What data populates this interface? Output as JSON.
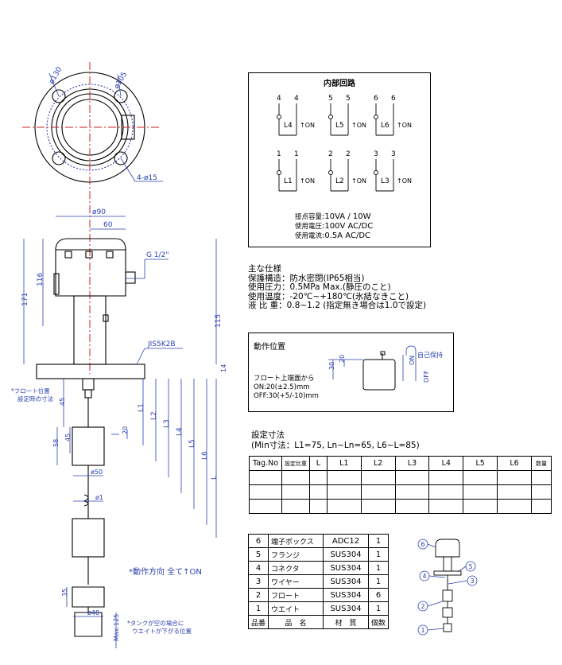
{
  "drawing": {
    "top_view": {
      "dim_pcd": "ø130",
      "dim_od": "ø105",
      "dim_holes": "4-ø15"
    },
    "side_view": {
      "dim_head_dia": "ø90",
      "dim_head_half": "60",
      "thread": "G 1/2\"",
      "dim_116": "116",
      "dim_171": "171",
      "dim_115": "115",
      "flange_std": "JIS5K2B",
      "dim_14": "14",
      "dim_45_top": "45",
      "float_set_note": [
        "*フロート位置",
        "設定時の寸法"
      ],
      "dim_58": "58",
      "dim_45_float": "45",
      "dim_20": "20",
      "dim_float_dia": "ø50",
      "dim_wire_dia": "ø1",
      "dim_35": "35",
      "dim_40": "ø40",
      "dim_max125": "Max.125",
      "dim_labels": [
        "L1",
        "L2",
        "L3",
        "L4",
        "L5",
        "L6",
        "L"
      ],
      "direction_note": "*動作方向 全て↑ON",
      "tank_note": [
        "*タンクが空の場合に",
        "ウエイトが下がる位置"
      ]
    }
  },
  "circuit": {
    "title": "内部回路",
    "top_row": [
      {
        "terminal": "4",
        "label": "L4",
        "state": "↑ON"
      },
      {
        "terminal": "5",
        "label": "L5",
        "state": "↑ON"
      },
      {
        "terminal": "6",
        "label": "L6",
        "state": "↑ON"
      }
    ],
    "bottom_row": [
      {
        "terminal": "1",
        "label": "L1",
        "state": "↑ON"
      },
      {
        "terminal": "2",
        "label": "L2",
        "state": "↑ON"
      },
      {
        "terminal": "3",
        "label": "L3",
        "state": "↑ON"
      }
    ],
    "ratings": [
      {
        "key": "接点容量",
        "value": ":10VA / 10W"
      },
      {
        "key": "使用電圧",
        "value": ":100V AC/DC"
      },
      {
        "key": "使用電流",
        "value": ":0.5A AC/DC"
      }
    ]
  },
  "specs": {
    "title": "主な仕様",
    "lines": [
      "保護構造：防水密閉(IP65相当)",
      "使用圧力：0.5MPa Max.(静圧のこと)",
      "使用温度：-20℃~+180℃(氷結なきこと)",
      "液 比 重：0.8~1.2 (指定無き場合は1.0で設定)"
    ]
  },
  "operation": {
    "title": "動作位置",
    "dim_30": "30",
    "dim_20": "20",
    "on": "ON",
    "off": "OFF",
    "self_hold": "自己保持",
    "note": [
      "フロート上端面から",
      "ON:20(±2.5)mm",
      "OFF:30(+5/-10)mm"
    ]
  },
  "setting": {
    "title": "設定寸法",
    "subtitle": "(Min寸法：L1=75, Ln~Ln=65, L6~L=85)",
    "headers": [
      "Tag.No",
      "設定比重",
      "L",
      "L1",
      "L2",
      "L3",
      "L4",
      "L5",
      "L6",
      "数量"
    ]
  },
  "parts": {
    "rows": [
      {
        "no": "6",
        "name": "端子ボックス",
        "material": "ADC12",
        "qty": "1"
      },
      {
        "no": "5",
        "name": "フランジ",
        "material": "SUS304",
        "qty": "1"
      },
      {
        "no": "4",
        "name": "コネクタ",
        "material": "SUS304",
        "qty": "1"
      },
      {
        "no": "3",
        "name": "ワイヤー",
        "material": "SUS304",
        "qty": "1"
      },
      {
        "no": "2",
        "name": "フロート",
        "material": "SUS304",
        "qty": "6"
      },
      {
        "no": "1",
        "name": "ウエイト",
        "material": "SUS304",
        "qty": "1"
      }
    ],
    "header": {
      "no": "品番",
      "name": "品　名",
      "material": "材　質",
      "qty": "個数"
    },
    "callouts": [
      "6",
      "5",
      "4",
      "3",
      "2",
      "1"
    ]
  }
}
